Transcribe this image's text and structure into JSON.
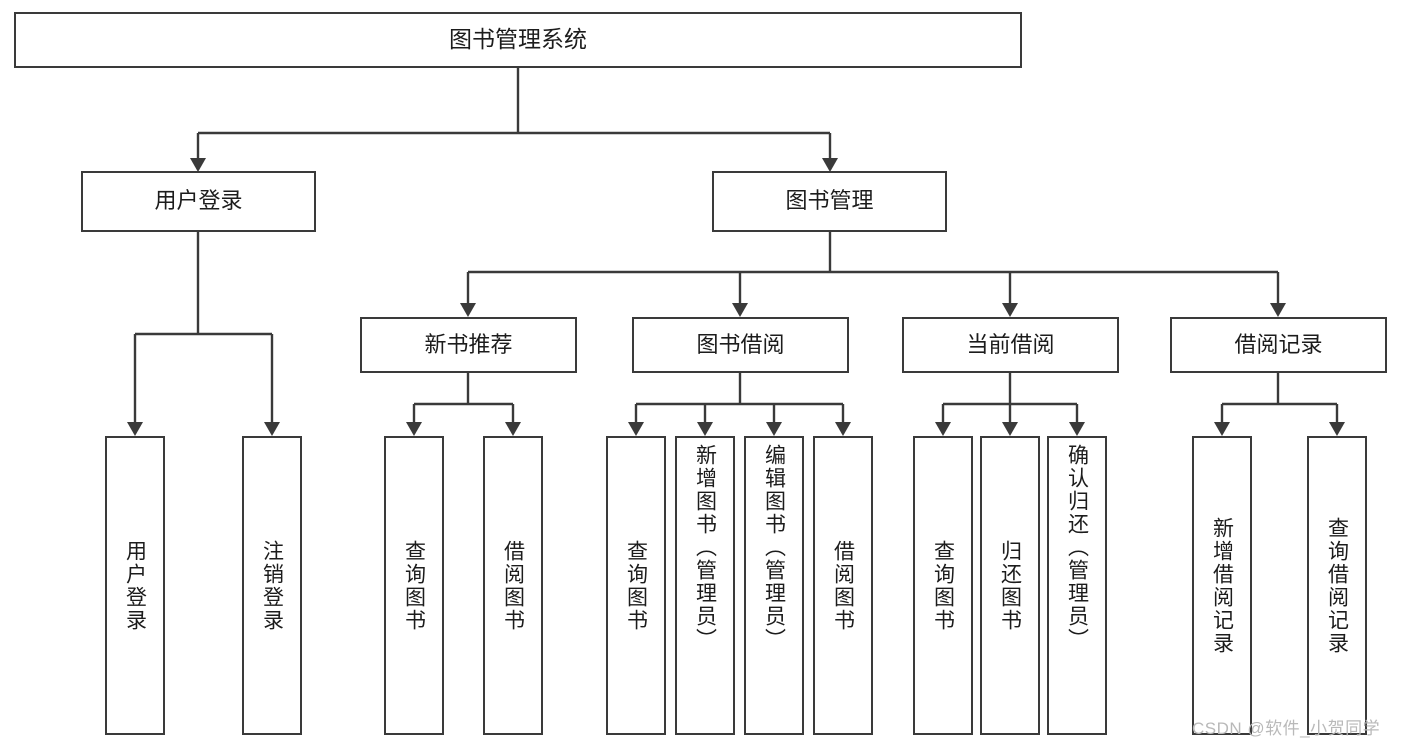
{
  "diagram": {
    "title": "图书管理系统",
    "root": {
      "id": "root",
      "label": "图书管理系统"
    },
    "level2": [
      {
        "id": "user-login",
        "label": "用户登录"
      },
      {
        "id": "book-management",
        "label": "图书管理"
      }
    ],
    "level3": [
      {
        "id": "new-book-recommend",
        "label": "新书推荐"
      },
      {
        "id": "book-borrow",
        "label": "图书借阅"
      },
      {
        "id": "current-borrow",
        "label": "当前借阅"
      },
      {
        "id": "borrow-record",
        "label": "借阅记录"
      }
    ],
    "leaves": {
      "user_login": [
        {
          "id": "leaf-user-login",
          "label": "用户登录"
        },
        {
          "id": "leaf-user-logout",
          "label": "注销登录"
        }
      ],
      "new_book_recommend": [
        {
          "id": "leaf-query-book-1",
          "label": "查询图书"
        },
        {
          "id": "leaf-borrow-book-1",
          "label": "借阅图书"
        }
      ],
      "book_borrow": [
        {
          "id": "leaf-query-book-2",
          "label": "查询图书"
        },
        {
          "id": "leaf-add-book",
          "label": "新增图书（管理员）"
        },
        {
          "id": "leaf-edit-book",
          "label": "编辑图书（管理员）"
        },
        {
          "id": "leaf-borrow-book-2",
          "label": "借阅图书"
        }
      ],
      "current_borrow": [
        {
          "id": "leaf-query-book-3",
          "label": "查询图书"
        },
        {
          "id": "leaf-return-book",
          "label": "归还图书"
        },
        {
          "id": "leaf-confirm-return",
          "label": "确认归还（管理员）"
        }
      ],
      "borrow_record": [
        {
          "id": "leaf-add-record",
          "label": "新增借阅记录"
        },
        {
          "id": "leaf-query-record",
          "label": "查询借阅记录"
        }
      ]
    }
  },
  "watermark": {
    "text": "CSDN @软件_小贺同学"
  },
  "colors": {
    "stroke": "#3a3a3a",
    "text": "#1c1c1c",
    "background": "#ffffff",
    "watermark": "#b9b9b9"
  }
}
